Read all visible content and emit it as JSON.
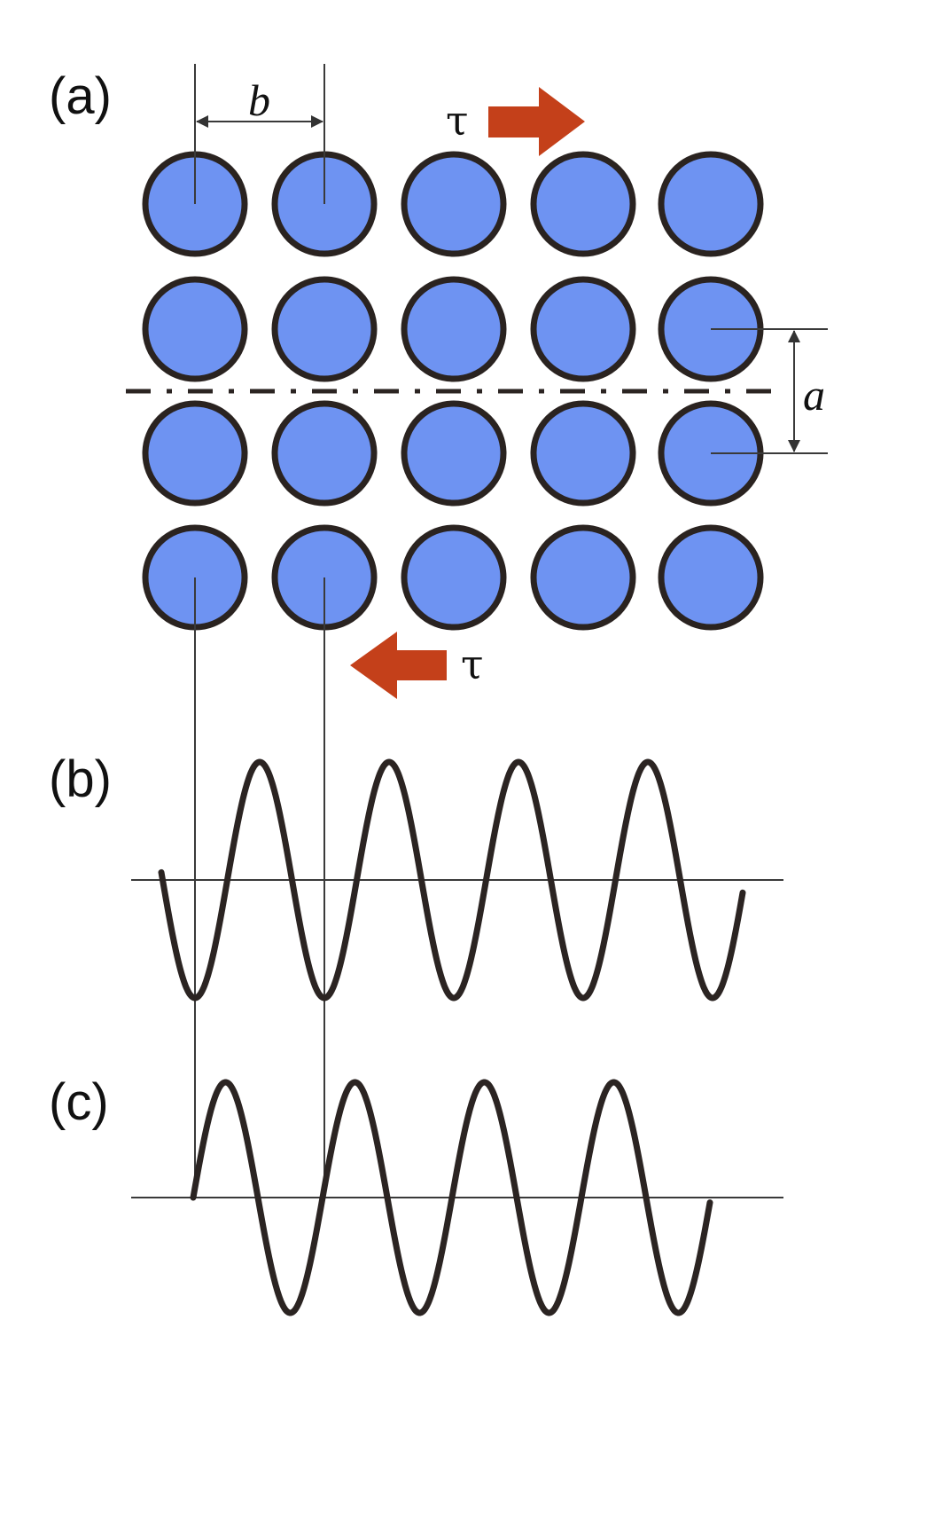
{
  "figure": {
    "panels": [
      {
        "id": "a",
        "label": "(a)"
      },
      {
        "id": "b",
        "label": "(b)"
      },
      {
        "id": "c",
        "label": "(c)"
      }
    ],
    "lattice": {
      "rows": 4,
      "columns": 5,
      "atom_fill": "#6E93F2",
      "atom_stroke": "#2A2320"
    },
    "dimensions": {
      "horizontal_spacing_label": "b",
      "vertical_spacing_label": "a"
    },
    "shear_stress": {
      "symbol": "τ",
      "top_direction": "right",
      "bottom_direction": "left",
      "arrow_color": "#C4401A"
    },
    "slip_plane": {
      "style": "dash-dot",
      "between_rows": [
        2,
        3
      ]
    },
    "curves": {
      "b": {
        "description": "negative cosine-like periodic curve",
        "periods": 4.5,
        "start_phase": "zero crossing before first minimum"
      },
      "c": {
        "description": "sine-like periodic curve starting at zero",
        "periods": 4,
        "start_phase": "zero then rising"
      }
    }
  }
}
